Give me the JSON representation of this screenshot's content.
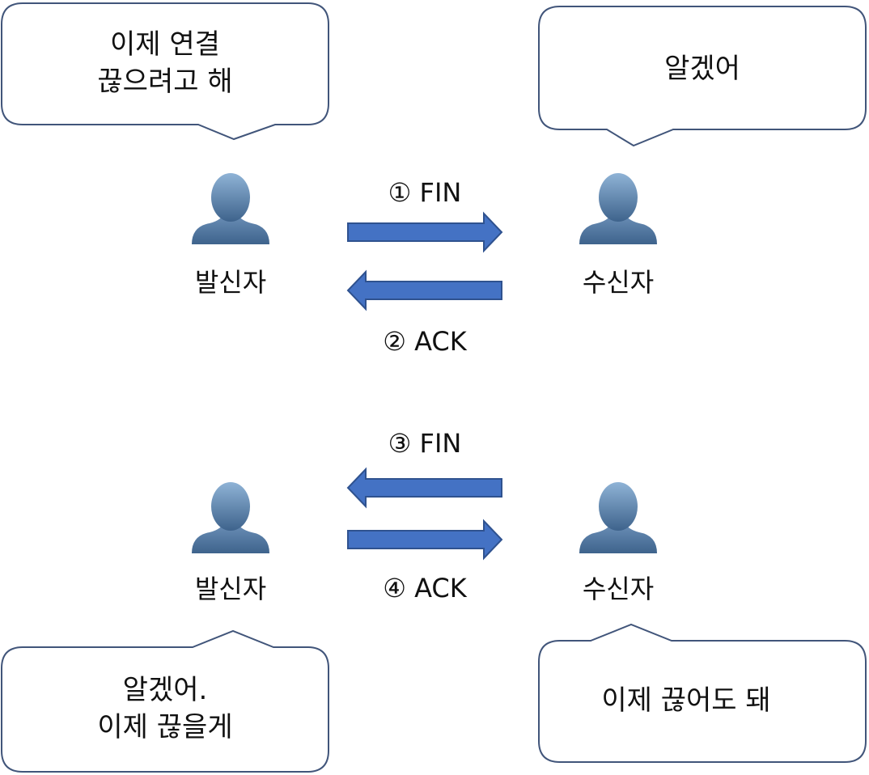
{
  "colors": {
    "arrow_fill": "#4472c4",
    "arrow_stroke": "#2f528f",
    "bubble_stroke": "#41557a",
    "person_light": "#8fb3d6",
    "person_dark": "#3e638c"
  },
  "icons": {
    "person": "person-icon",
    "arrow": "block-arrow"
  },
  "stages": [
    {
      "sender_label": "발신자",
      "receiver_label": "수신자",
      "sender_bubble": [
        "이제 연결",
        "끊으려고 해"
      ],
      "receiver_bubble": [
        "알겠어"
      ],
      "messages": [
        {
          "label": "① FIN",
          "direction": "sender-to-receiver"
        },
        {
          "label": "② ACK",
          "direction": "receiver-to-sender"
        }
      ]
    },
    {
      "sender_label": "발신자",
      "receiver_label": "수신자",
      "sender_bubble": [
        "알겠어.",
        "이제 끊을게"
      ],
      "receiver_bubble": [
        "이제 끊어도 돼"
      ],
      "messages": [
        {
          "label": "③ FIN",
          "direction": "receiver-to-sender"
        },
        {
          "label": "④ ACK",
          "direction": "sender-to-receiver"
        }
      ]
    }
  ]
}
